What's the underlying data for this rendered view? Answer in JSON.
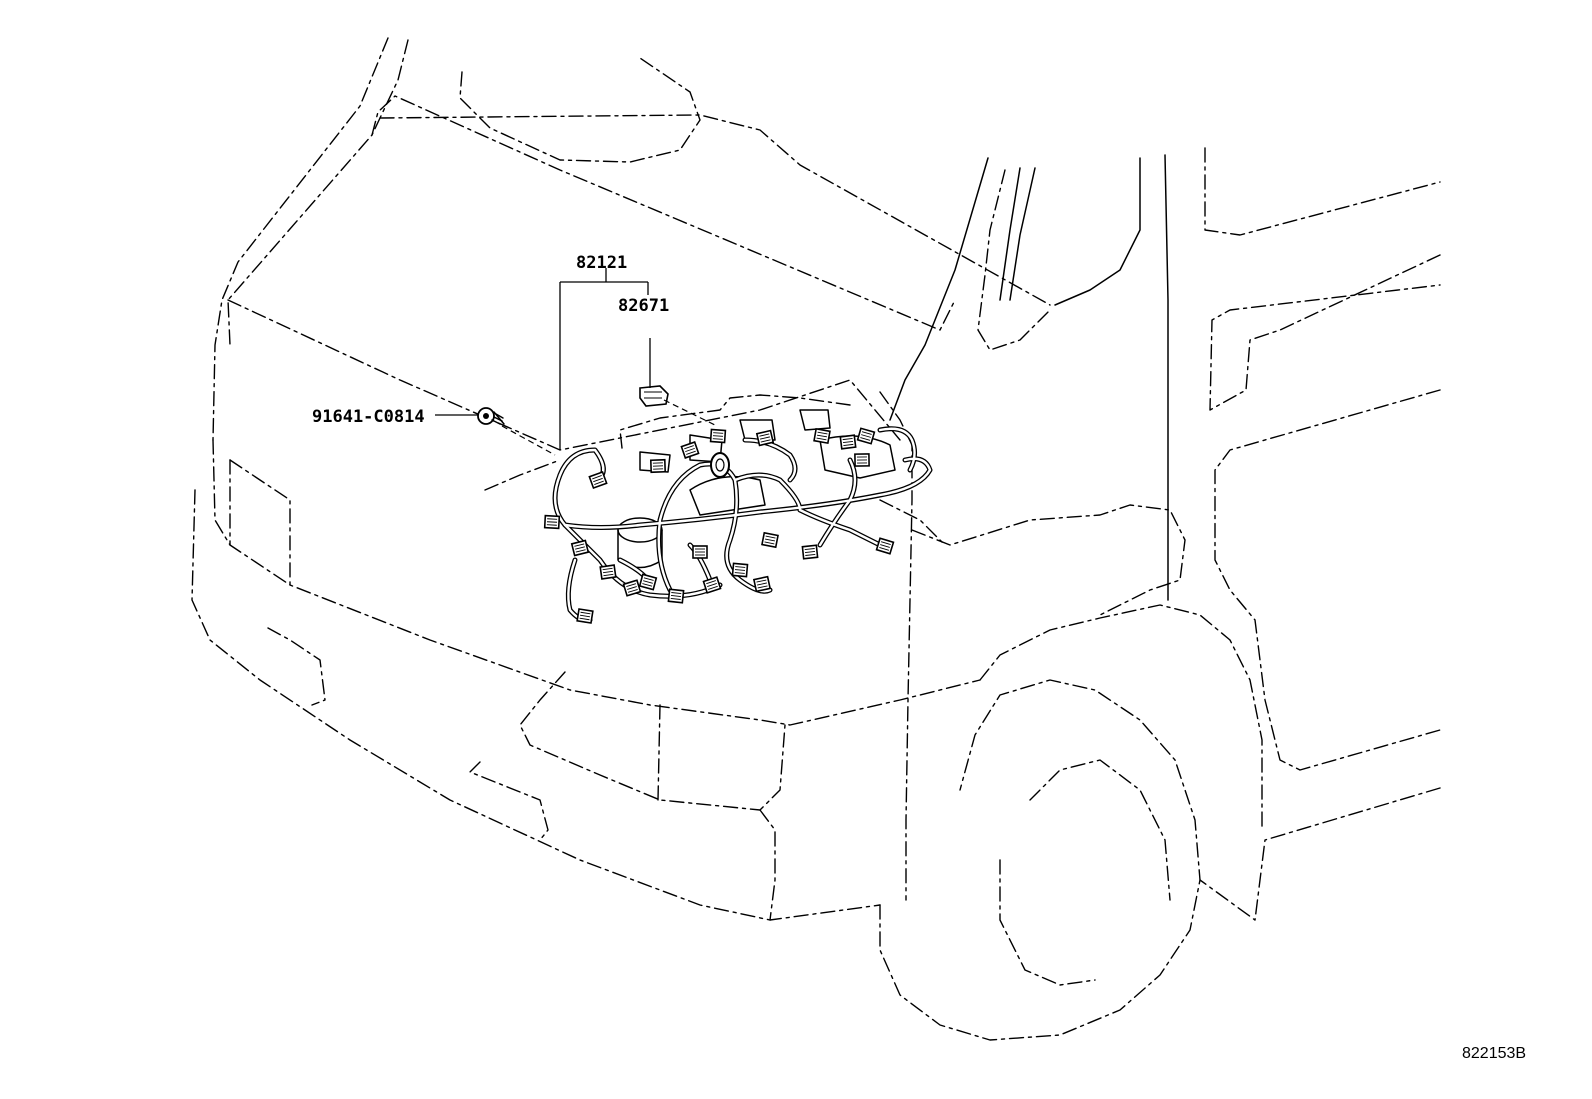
{
  "diagram": {
    "callouts": [
      {
        "id": "main-harness",
        "label": "82121"
      },
      {
        "id": "harness-clamp",
        "label": "82671"
      },
      {
        "id": "bolt",
        "label": "91641-C0814"
      }
    ],
    "reference_code": "822153B"
  }
}
